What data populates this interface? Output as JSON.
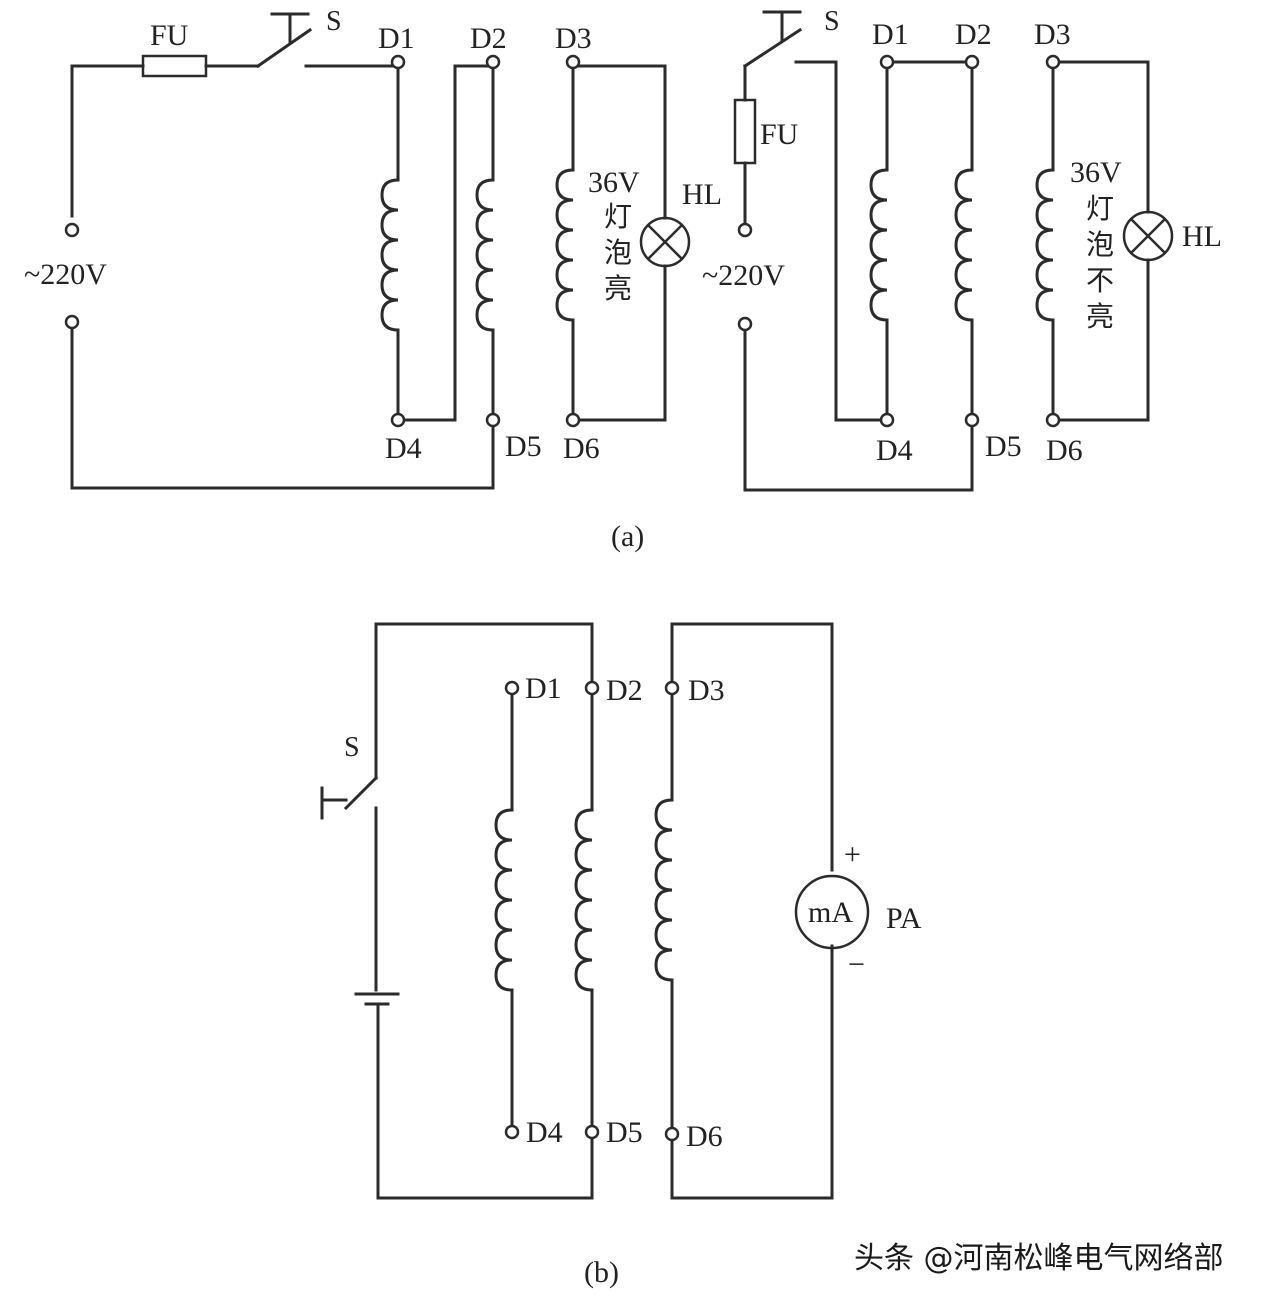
{
  "panel_a": {
    "caption": "(a)",
    "left": {
      "fuse": "FU",
      "switch": "S",
      "source": "~220V",
      "d1": "D1",
      "d2": "D2",
      "d3": "D3",
      "d4": "D4",
      "d5": "D5",
      "d6": "D6",
      "lamp_voltage": "36V",
      "lamp_text": [
        "灯",
        "泡",
        "亮"
      ],
      "lamp": "HL"
    },
    "right": {
      "fuse": "FU",
      "switch": "S",
      "source": "~220V",
      "d1": "D1",
      "d2": "D2",
      "d3": "D3",
      "d4": "D4",
      "d5": "D5",
      "d6": "D6",
      "lamp_voltage": "36V",
      "lamp_text": [
        "灯",
        "泡",
        "不",
        "亮"
      ],
      "lamp": "HL"
    }
  },
  "panel_b": {
    "caption": "(b)",
    "switch": "S",
    "d1": "D1",
    "d2": "D2",
    "d3": "D3",
    "d4": "D4",
    "d5": "D5",
    "d6": "D6",
    "meter_unit": "mA",
    "meter": "PA",
    "plus": "+",
    "minus": "−"
  },
  "watermark": "头条 @河南松峰电气网络部"
}
